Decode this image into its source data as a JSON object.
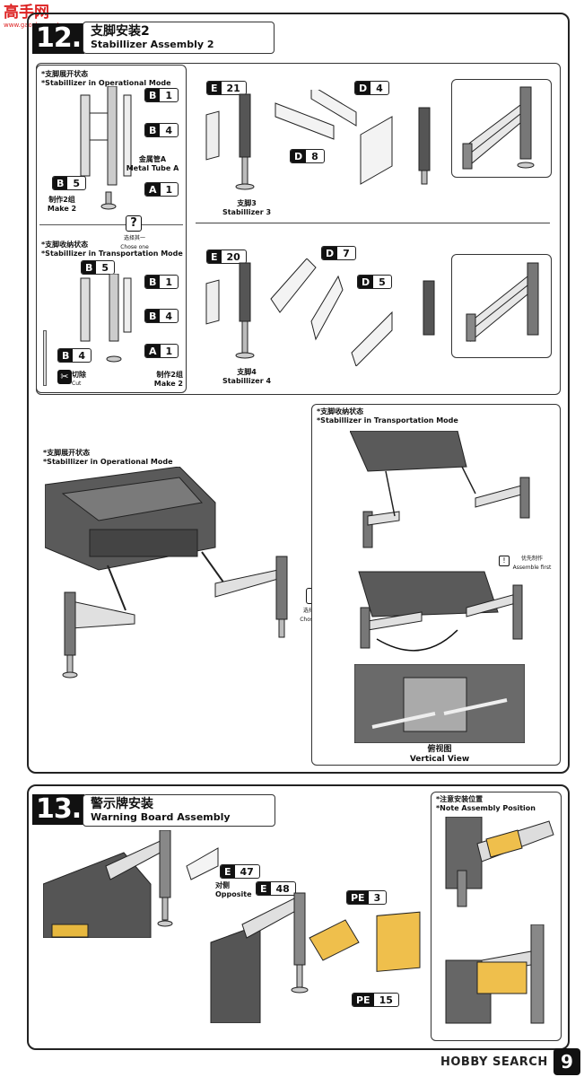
{
  "watermark": {
    "site": "高手网",
    "url": "www.gaoshou.net"
  },
  "step12": {
    "number": "12.",
    "title_zh": "支脚安装2",
    "title_en": "Stabillizer Assembly 2",
    "op_mode_zh": "*支脚展开状态",
    "op_mode_en": "*Stabillizer in Operational Mode",
    "trans_mode_zh": "*支脚收纳状态",
    "trans_mode_en": "*Stabillizer in Transportation Mode",
    "metal_tube_zh": "金属管A",
    "metal_tube_en": "Metal Tube A",
    "make2_zh": "制作2组",
    "make2_en": "Make 2",
    "choose_zh": "选择其一",
    "choose_en": "Chose one",
    "cut_zh": "切除",
    "cut_en": "Cut",
    "stab3_zh": "支脚3",
    "stab3_en": "Stabillizer 3",
    "stab4_zh": "支脚4",
    "stab4_en": "Stabillizer 4",
    "assemble_first_zh": "优先制作",
    "assemble_first_en": "Assemble first",
    "vertical_view_zh": "俯视图",
    "vertical_view_en": "Vertical View",
    "question": "?"
  },
  "parts": {
    "b1": {
      "letter": "B",
      "num": "1"
    },
    "b4": {
      "letter": "B",
      "num": "4"
    },
    "b5": {
      "letter": "B",
      "num": "5"
    },
    "a1": {
      "letter": "A",
      "num": "1"
    },
    "e21": {
      "letter": "E",
      "num": "21"
    },
    "e20": {
      "letter": "E",
      "num": "20"
    },
    "d4": {
      "letter": "D",
      "num": "4"
    },
    "d8": {
      "letter": "D",
      "num": "8"
    },
    "d7": {
      "letter": "D",
      "num": "7"
    },
    "d5": {
      "letter": "D",
      "num": "5"
    },
    "e47": {
      "letter": "E",
      "num": "47"
    },
    "e48": {
      "letter": "E",
      "num": "48"
    },
    "pe3": {
      "letter": "PE",
      "num": "3"
    },
    "pe15": {
      "letter": "PE",
      "num": "15"
    }
  },
  "step13": {
    "number": "13.",
    "title_zh": "警示牌安装",
    "title_en": "Warning Board Assembly",
    "opposite_zh": "对侧",
    "opposite_en": "Opposite",
    "note_zh": "*注意安装位置",
    "note_en": "*Note Assembly Position"
  },
  "footer": {
    "hobby": "HOBBY SEARCH",
    "page": "9"
  }
}
